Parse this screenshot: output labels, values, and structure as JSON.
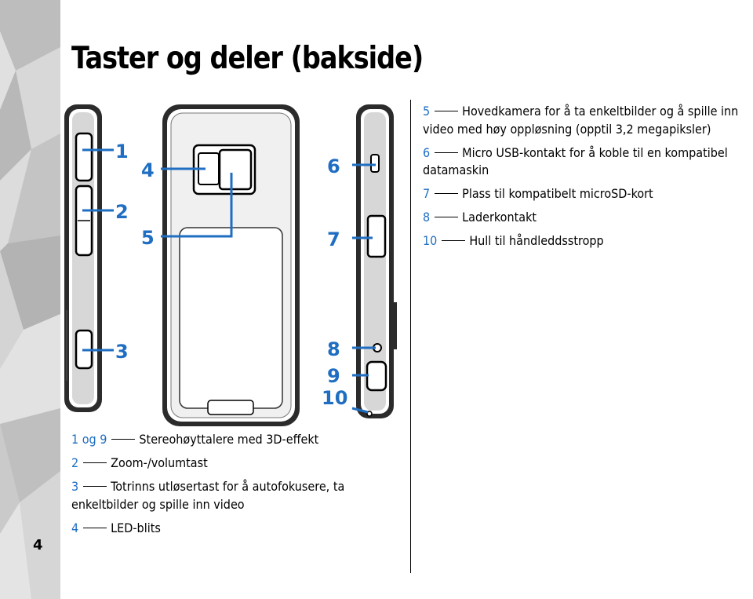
{
  "page": {
    "title": "Taster og deler (bakside)",
    "page_number": "4"
  },
  "callout_color": "#1f6ec2",
  "right_items": [
    {
      "num": "5",
      "text": "Hovedkamera for å ta enkeltbilder og å spille inn video med høy oppløsning (opptil 3,2 megapiksler)"
    },
    {
      "num": "6",
      "text": "Micro USB-kontakt for å koble til en kompatibel datamaskin"
    },
    {
      "num": "7",
      "text": "Plass til kompatibelt microSD-kort"
    },
    {
      "num": "8",
      "text": "Laderkontakt"
    },
    {
      "num": "10",
      "text": "Hull til håndleddsstropp"
    }
  ],
  "bottom_items": [
    {
      "num": "1 og 9",
      "text": "Stereohøyttalere med 3D-effekt"
    },
    {
      "num": "2",
      "text": "Zoom-/volumtast"
    },
    {
      "num": "3",
      "text": "Totrinns utløsertast for å autofokusere, ta enkeltbilder og spille inn video"
    },
    {
      "num": "4",
      "text": "LED-blits"
    }
  ],
  "figure": {
    "callout_numbers": [
      "1",
      "2",
      "3",
      "4",
      "5",
      "6",
      "7",
      "8",
      "9",
      "10"
    ]
  }
}
